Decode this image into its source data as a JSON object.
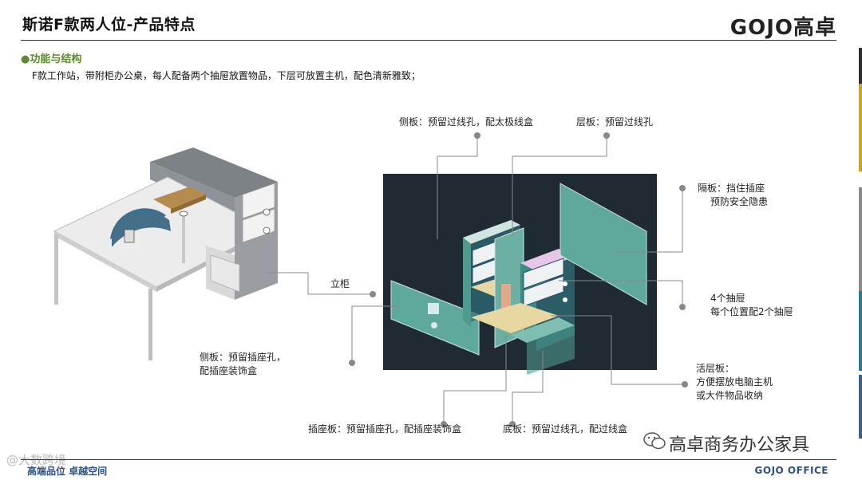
{
  "header": {
    "title": "斯诺F款两人位-产品特点",
    "logo_text": "GOJO高卓"
  },
  "section": {
    "bullet": "●",
    "heading": "功能与结构",
    "description": "F款工作站，带附柜办公桌，每人配备两个抽屉放置物品，下层可放置主机，配色清新雅致；"
  },
  "callouts": {
    "side_panel_top": "侧板：预留过线孔，配太极线盒",
    "shelf_panel": "层板：预留过线孔",
    "divider_line1": "隔板：挡住插座",
    "divider_line2": "预防安全隐患",
    "cabinet": "立柜",
    "drawers_line1": "4个抽屉",
    "drawers_line2": "每个位置配2个抽屉",
    "side_panel_left_line1": "侧板：预留插座孔，",
    "side_panel_left_line2": "配插座装饰盒",
    "movable_shelf_line1": "活层板：",
    "movable_shelf_line2": "方便摆放电脑主机",
    "movable_shelf_line3": "或大件物品收纳",
    "socket_panel": "插座板：预留插座孔，配插座装饰盒",
    "bottom_panel": "底板：预留过线孔，配过线盒"
  },
  "footer": {
    "left": "高端品位  卓越空间",
    "right": "GOJO OFFICE"
  },
  "watermarks": {
    "left": "@大数跨境",
    "right": "高卓商务办公家具"
  },
  "colors": {
    "accent_green": "#5c8a2e",
    "footer_blue": "#2a4f8a",
    "diagram_bg": "#1f2a33",
    "panel_teal": "#5fa99c"
  }
}
